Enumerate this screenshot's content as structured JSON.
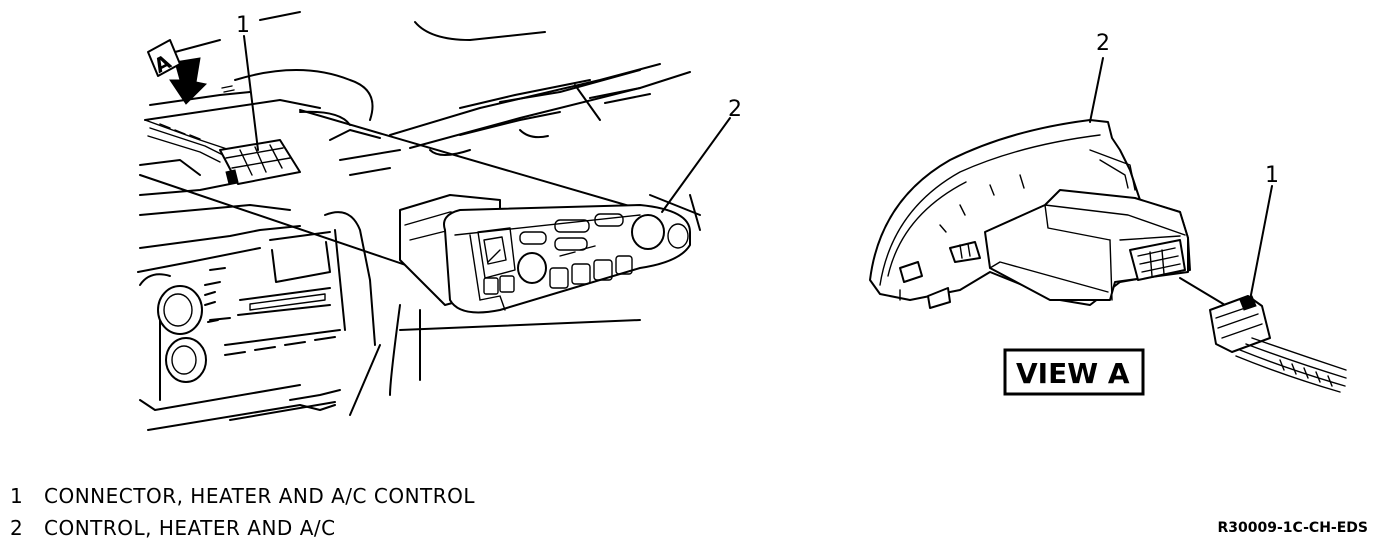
{
  "callouts": {
    "left_connector_num": "1",
    "left_control_num": "2",
    "right_control_num": "2",
    "right_connector_num": "1"
  },
  "view_arrow_letter": "A",
  "view_label": "VIEW A",
  "legend": [
    {
      "num": "1",
      "text": "CONNECTOR, HEATER AND A/C CONTROL"
    },
    {
      "num": "2",
      "text": "CONTROL, HEATER AND A/C"
    }
  ],
  "reference_code": "R30009-1C-CH-EDS"
}
